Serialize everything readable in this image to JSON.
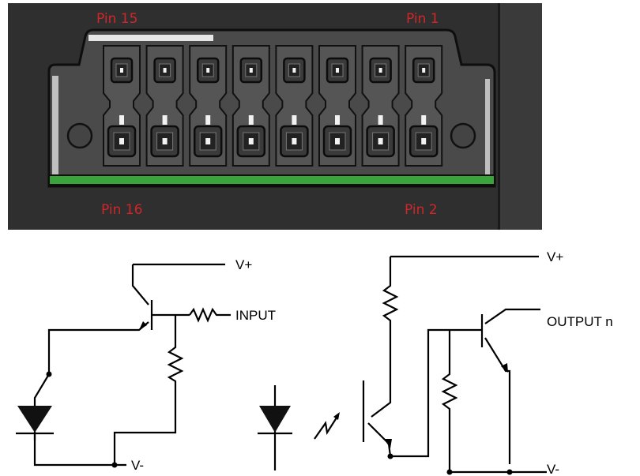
{
  "connector": {
    "pin_labels": {
      "top_left": "Pin 15",
      "top_right": "Pin 1",
      "bottom_left": "Pin 16",
      "bottom_right": "Pin 2"
    },
    "label_color": "#d0262a",
    "pin_count_per_row": 8
  },
  "input_circuit": {
    "v_plus": "V+",
    "input": "INPUT",
    "v_minus": "V-"
  },
  "output_circuit": {
    "v_plus": "V+",
    "output": "OUTPUT n",
    "v_minus": "V-"
  }
}
